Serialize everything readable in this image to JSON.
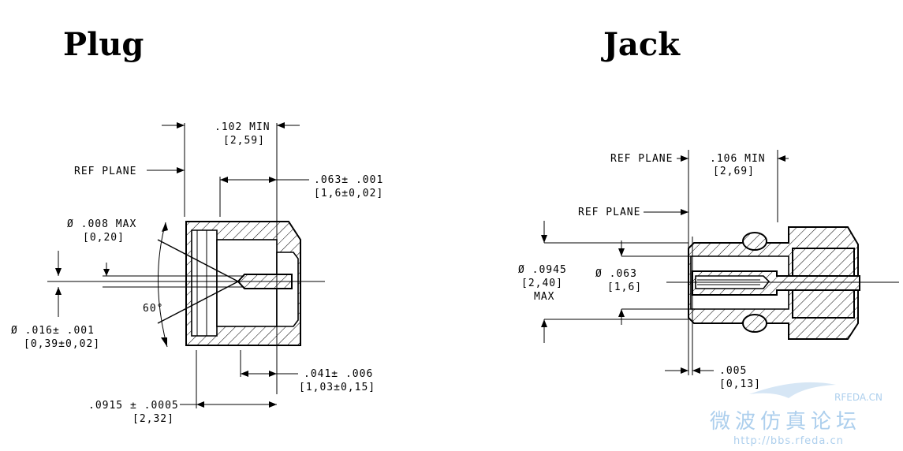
{
  "titles": {
    "plug": "Plug",
    "jack": "Jack"
  },
  "plug": {
    "ref_plane": "REF  PLANE",
    "d102": ".102 MIN",
    "d102_mm": "[2,59]",
    "d063": ".063± .001",
    "d063_mm": "[1,6±0,02]",
    "d008": "Ø .008 MAX",
    "d008_mm": "[0,20]",
    "angle": "60°",
    "d016": "Ø .016± .001",
    "d016_mm": "[0,39±0,02]",
    "d041": ".041± .006",
    "d041_mm": "[1,03±0,15]",
    "d0915": ".0915 ± .0005",
    "d0915_mm": "[2,32]"
  },
  "jack": {
    "ref_plane_1": "REF  PLANE",
    "ref_plane_2": "REF  PLANE",
    "d106": ".106 MIN",
    "d106_mm": "[2,69]",
    "d0945": "Ø .0945",
    "d0945_mm": "[2,40]",
    "d0945_max": "MAX",
    "d063": "Ø .063",
    "d063_mm": "[1,6]",
    "d005": ".005",
    "d005_mm": "[0,13]"
  },
  "watermark": {
    "brand": "RFEDA.CN",
    "cn": "微波仿真论坛",
    "url": "http://bbs.rfeda.cn"
  },
  "colors": {
    "ink": "#000000",
    "watermark": "#9fc7ea"
  }
}
